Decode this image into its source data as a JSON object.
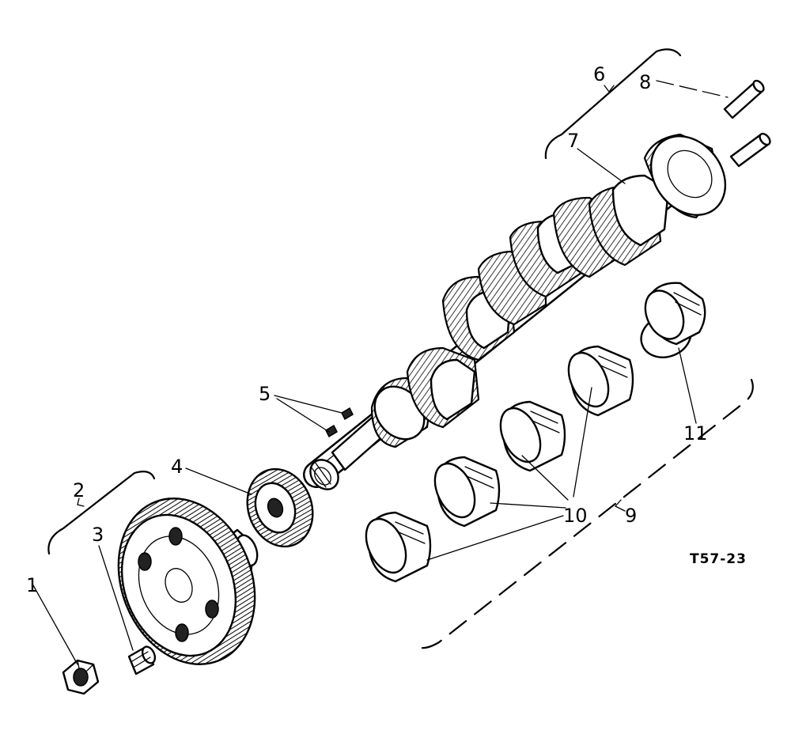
{
  "figure": {
    "reference": "T57-23"
  },
  "callouts": [
    {
      "number": "1",
      "part": "nut"
    },
    {
      "number": "2",
      "part": "pulley-assembly"
    },
    {
      "number": "3",
      "part": "sleeve"
    },
    {
      "number": "4",
      "part": "gear"
    },
    {
      "number": "5",
      "part": "keys"
    },
    {
      "number": "6",
      "part": "crankshaft-assembly"
    },
    {
      "number": "7",
      "part": "crankshaft"
    },
    {
      "number": "8",
      "part": "dowels"
    },
    {
      "number": "9",
      "part": "bearing-set"
    },
    {
      "number": "10",
      "part": "main-bearings"
    },
    {
      "number": "11",
      "part": "thrust-bearing"
    }
  ]
}
